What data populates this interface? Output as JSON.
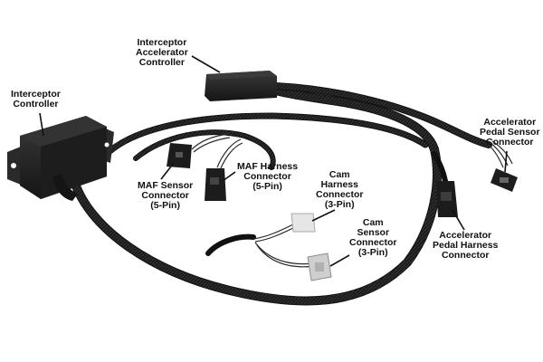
{
  "labels": {
    "interceptor_accelerator_controller": [
      "Interceptor",
      "Accelerator",
      "Controller"
    ],
    "interceptor_controller": [
      "Interceptor",
      "Controller"
    ],
    "accelerator_pedal_sensor_connector": [
      "Accelerator",
      "Pedal Sensor",
      "Connector"
    ],
    "maf_harness_connector": [
      "MAF Harness",
      "Connector",
      "(5-Pin)"
    ],
    "maf_sensor_connector": [
      "MAF Sensor",
      "Connector",
      "(5-Pin)"
    ],
    "cam_harness_connector": [
      "Cam",
      "Harness",
      "Connector",
      "(3-Pin)"
    ],
    "cam_sensor_connector": [
      "Cam",
      "Sensor",
      "Connector",
      "(3-Pin)"
    ],
    "accelerator_pedal_harness_connector": [
      "Accelerator",
      "Pedal Harness",
      "Connector"
    ]
  },
  "colors": {
    "loom": "#1b1b1b",
    "device": "#252525",
    "grey_connector": "#cfcfcf",
    "label_text": "#111111"
  }
}
